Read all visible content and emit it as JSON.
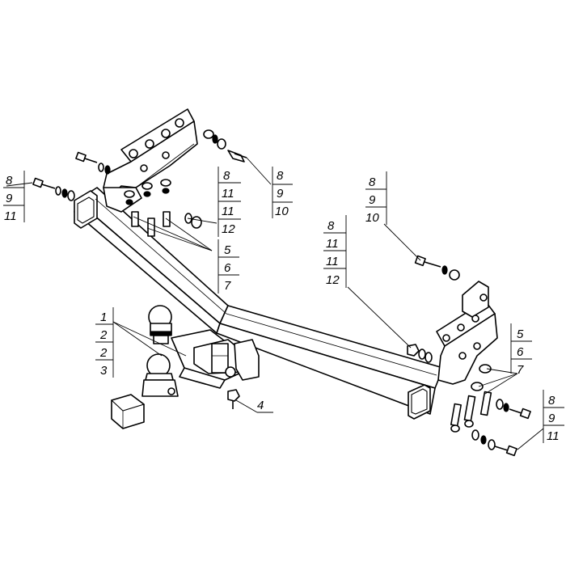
{
  "diagram": {
    "type": "exploded-assembly-drawing",
    "line_color": "#000000",
    "background": "#ffffff",
    "callouts": {
      "left_outer_stack": [
        "8",
        "9",
        "11"
      ],
      "left_upper_bolt": [
        "8",
        "9",
        "10"
      ],
      "left_inner_stack": [
        "8",
        "11",
        "11",
        "12"
      ],
      "left_bolts": [
        "5",
        "6",
        "7"
      ],
      "ball_mount": [
        "1",
        "2",
        "2",
        "3"
      ],
      "center_bolt": [
        "4"
      ],
      "right_upper_bolt": [
        "8",
        "9",
        "10"
      ],
      "right_inner_stack": [
        "8",
        "11",
        "11",
        "12"
      ],
      "right_bolts": [
        "5",
        "6",
        "7"
      ],
      "right_outer_stack": [
        "8",
        "9",
        "11"
      ]
    }
  }
}
